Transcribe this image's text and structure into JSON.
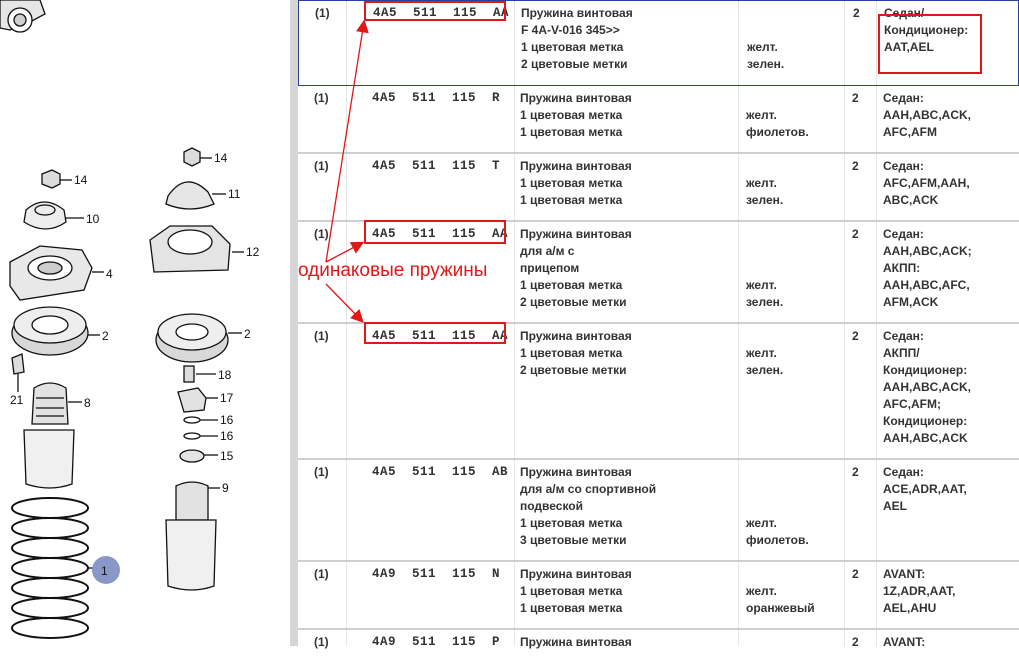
{
  "diagram": {
    "callouts": [
      "14",
      "10",
      "4",
      "2",
      "21",
      "8",
      "1",
      "14",
      "11",
      "12",
      "2",
      "18",
      "17",
      "16",
      "16",
      "15",
      "9"
    ]
  },
  "rows": [
    {
      "pos": "(1)",
      "part": "4A5  511  115  AA",
      "desc": "Пружина винтовая\nF 4A-V-016 345>>\n1 цветовая метка\n2 цветовые метки",
      "color": "\n\nжелт.\nзелен.",
      "qty": "2",
      "app": "Седан/\nКондиционер:\nAAT,AEL"
    },
    {
      "pos": "(1)",
      "part": "4A5  511  115  R",
      "desc": "Пружина винтовая\n1 цветовая метка\n1 цветовая метка",
      "color": "\nжелт.\nфиолетов.",
      "qty": "2",
      "app": "Седан:\nAAH,ABC,ACK,\nAFC,AFM"
    },
    {
      "pos": "(1)",
      "part": "4A5  511  115  T",
      "desc": "Пружина винтовая\n1 цветовая метка\n1 цветовая метка",
      "color": "\nжелт.\nзелен.",
      "qty": "2",
      "app": "Седан:\nAFC,AFM,AAH,\nABC,ACK"
    },
    {
      "pos": "(1)",
      "part": "4A5  511  115  AA",
      "desc": "Пружина винтовая\nдля а/м с\nприцепом\n1 цветовая метка\n2 цветовые метки",
      "color": "\n\n\nжелт.\nзелен.",
      "qty": "2",
      "app": "Седан:\nAAH,ABC,ACK;\nАКПП:\nAAH,ABC,AFC,\nAFM,ACK"
    },
    {
      "pos": "(1)",
      "part": "4A5  511  115  AA",
      "desc": "Пружина винтовая\n1 цветовая метка\n2 цветовые метки",
      "color": "\nжелт.\nзелен.",
      "qty": "2",
      "app": "Седан:\nАКПП/\nКондиционер:\nAAH,ABC,ACK,\nAFC,AFM;\nКондиционер:\nAAH,ABC,ACK"
    },
    {
      "pos": "(1)",
      "part": "4A5  511  115  AB",
      "desc": "Пружина винтовая\nдля а/м со спортивной\nподвеской\n1 цветовая метка\n3 цветовые метки",
      "color": "\n\n\nжелт.\nфиолетов.",
      "qty": "2",
      "app": "Седан:\nACE,ADR,AAT,\nAEL"
    },
    {
      "pos": "(1)",
      "part": "4A9  511  115  N",
      "desc": "Пружина винтовая\n1 цветовая метка\n1 цветовая метка",
      "color": "\nжелт.\nоранжевый",
      "qty": "2",
      "app": "AVANT:\n1Z,ADR,AAT,\nAEL,AHU"
    },
    {
      "pos": "(1)",
      "part": "4A9  511  115  P",
      "desc": "Пружина винтовая",
      "color": "",
      "qty": "2",
      "app": "AVANT:"
    }
  ],
  "annotation": {
    "text": "одинаковые пружины",
    "color": "#e01818"
  }
}
